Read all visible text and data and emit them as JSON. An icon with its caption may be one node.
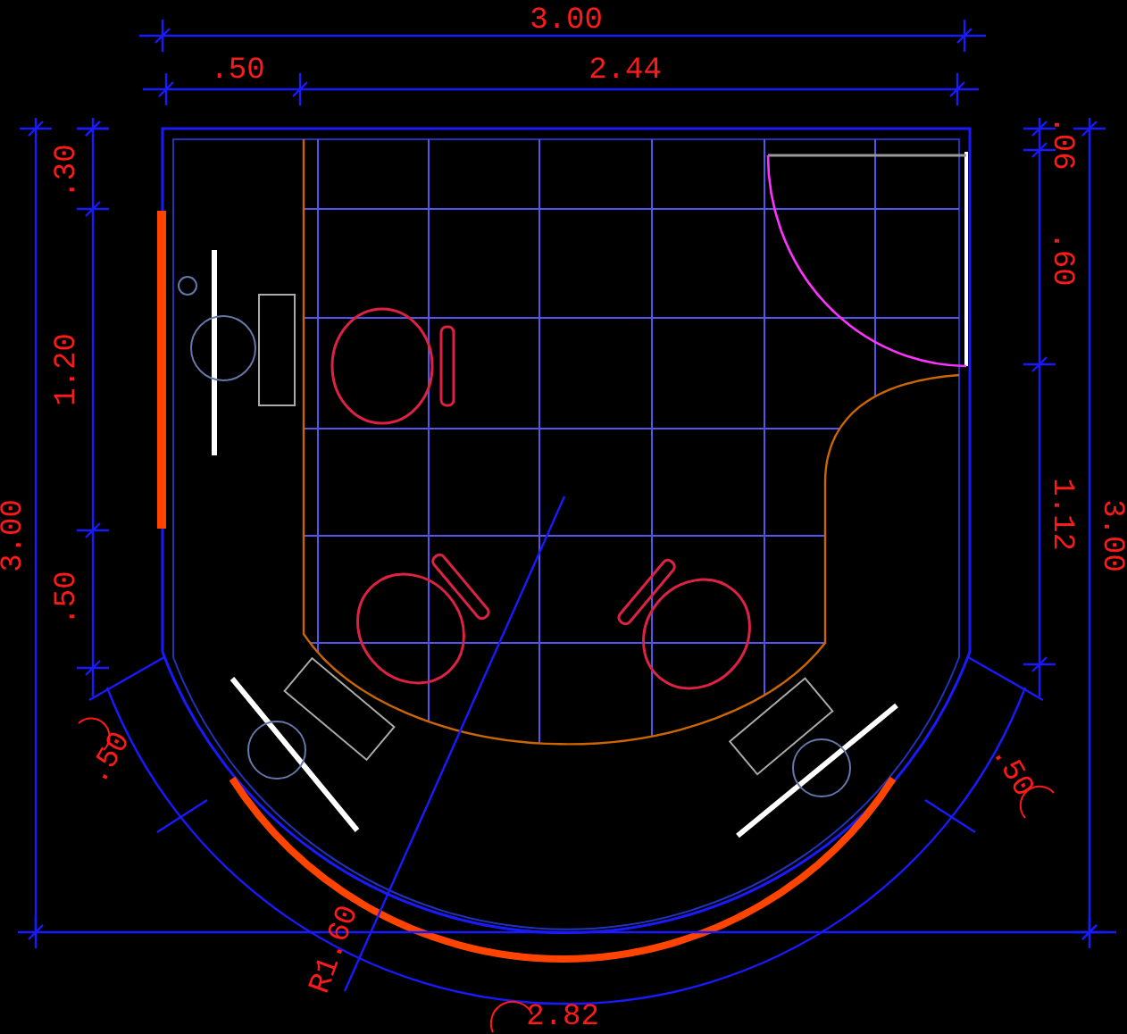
{
  "diagram": {
    "labels": [
      "3.00",
      ".50",
      "2.44",
      ".30",
      "1.20",
      ".50",
      "3.00",
      ".06",
      ".60",
      "1.12",
      "3.00",
      ".50",
      ".50",
      "R1.60",
      "2.82"
    ]
  }
}
